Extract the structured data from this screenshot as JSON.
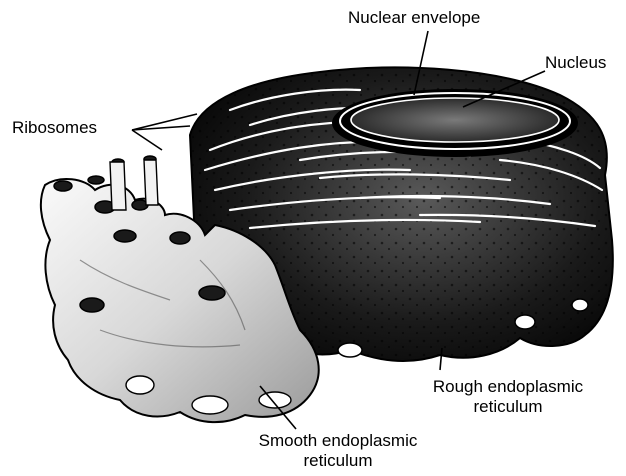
{
  "diagram": {
    "labels": {
      "nuclear_envelope": "Nuclear envelope",
      "nucleus": "Nucleus",
      "ribosomes": "Ribosomes",
      "rough_er_line1": "Rough endoplasmic",
      "rough_er_line2": "reticulum",
      "smooth_er_line1": "Smooth endoplasmic",
      "smooth_er_line2": "reticulum"
    },
    "colors": {
      "rough_er": "#111111",
      "smooth_er": "#e8e8e8",
      "nucleus": "#3a3a3a",
      "lines": "#000000"
    }
  }
}
